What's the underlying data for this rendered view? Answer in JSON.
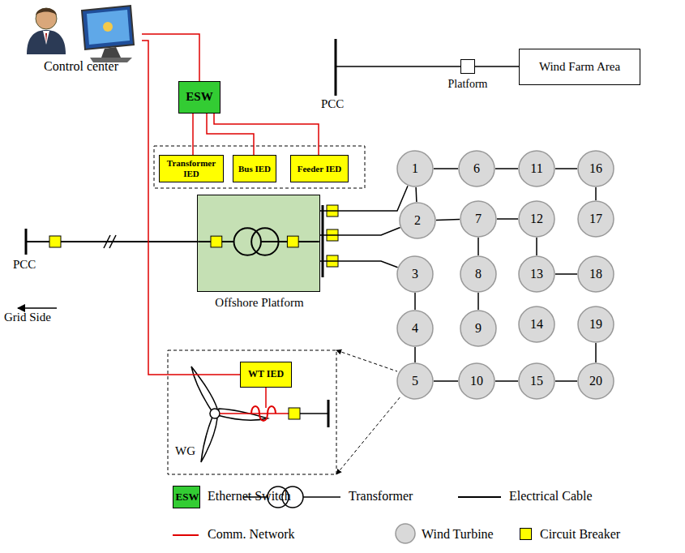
{
  "diagram": {
    "nodes": [
      {
        "text": [
          "Control center"
        ]
      },
      {
        "text": [
          "ESW"
        ]
      },
      {
        "text": [
          "Transformer IED"
        ]
      },
      {
        "text": [
          "Bus IED"
        ]
      },
      {
        "text": [
          "Feeder IED"
        ]
      },
      {
        "text": [
          "Platform"
        ]
      },
      {
        "text": [
          "Wind Farm Area"
        ]
      },
      {
        "text": [
          "Offshore Platform"
        ]
      },
      {
        "text": [
          "1"
        ]
      },
      {
        "text": [
          "2"
        ]
      },
      {
        "text": [
          "3"
        ]
      },
      {
        "text": [
          "4"
        ]
      },
      {
        "text": [
          "5"
        ]
      },
      {
        "text": [
          "6"
        ]
      },
      {
        "text": [
          "7"
        ]
      },
      {
        "text": [
          "8"
        ]
      },
      {
        "text": [
          "9"
        ]
      },
      {
        "text": [
          "10"
        ]
      },
      {
        "text": [
          "11"
        ]
      },
      {
        "text": [
          "12"
        ]
      },
      {
        "text": [
          "13"
        ]
      },
      {
        "text": [
          "14"
        ]
      },
      {
        "text": [
          "15"
        ]
      },
      {
        "text": [
          "16"
        ]
      },
      {
        "text": [
          "17"
        ]
      },
      {
        "text": [
          "18"
        ]
      },
      {
        "text": [
          "19"
        ]
      },
      {
        "text": [
          "20"
        ]
      },
      {
        "text": [
          "WT IED"
        ]
      }
    ],
    "edges": [
      {
        "from": 0,
        "to": 1,
        "arrow": "none"
      },
      {
        "from": 1,
        "to": 2,
        "arrow": "none"
      },
      {
        "from": 1,
        "to": 3,
        "arrow": "none"
      },
      {
        "from": 1,
        "to": 4,
        "arrow": "none"
      },
      {
        "from": 0,
        "to": 28,
        "arrow": "none"
      },
      {
        "from": 5,
        "to": 6,
        "arrow": "none"
      },
      {
        "from": 7,
        "to": 8,
        "arrow": "none"
      },
      {
        "from": 7,
        "to": 9,
        "arrow": "none"
      },
      {
        "from": 7,
        "to": 10,
        "arrow": "none"
      },
      {
        "from": 8,
        "to": 13,
        "arrow": "none"
      },
      {
        "from": 13,
        "to": 18,
        "arrow": "none"
      },
      {
        "from": 18,
        "to": 23,
        "arrow": "none"
      },
      {
        "from": 23,
        "to": 24,
        "arrow": "none"
      },
      {
        "from": 8,
        "to": 9,
        "arrow": "none"
      },
      {
        "from": 9,
        "to": 14,
        "arrow": "none"
      },
      {
        "from": 14,
        "to": 19,
        "arrow": "none"
      },
      {
        "from": 19,
        "to": 20,
        "arrow": "none"
      },
      {
        "from": 20,
        "to": 25,
        "arrow": "none"
      },
      {
        "from": 14,
        "to": 15,
        "arrow": "none"
      },
      {
        "from": 15,
        "to": 16,
        "arrow": "none"
      },
      {
        "from": 10,
        "to": 11,
        "arrow": "none"
      },
      {
        "from": 11,
        "to": 12,
        "arrow": "none"
      },
      {
        "from": 12,
        "to": 17,
        "arrow": "none"
      },
      {
        "from": 17,
        "to": 22,
        "arrow": "none"
      },
      {
        "from": 22,
        "to": 27,
        "arrow": "none"
      },
      {
        "from": 27,
        "to": 26,
        "arrow": "none"
      }
    ],
    "labels": [
      "PCC",
      "PCC",
      "Grid Side",
      "WG",
      "ESW"
    ],
    "legend": [
      {
        "text": "Ethernet Switch",
        "color": "#33cc33"
      },
      {
        "text": "Transformer"
      },
      {
        "text": "Electrical Cable"
      },
      {
        "text": "Comm. Network"
      },
      {
        "text": "Wind Turbine"
      },
      {
        "text": "Circuit Breaker",
        "color": "#ffff00"
      }
    ]
  }
}
